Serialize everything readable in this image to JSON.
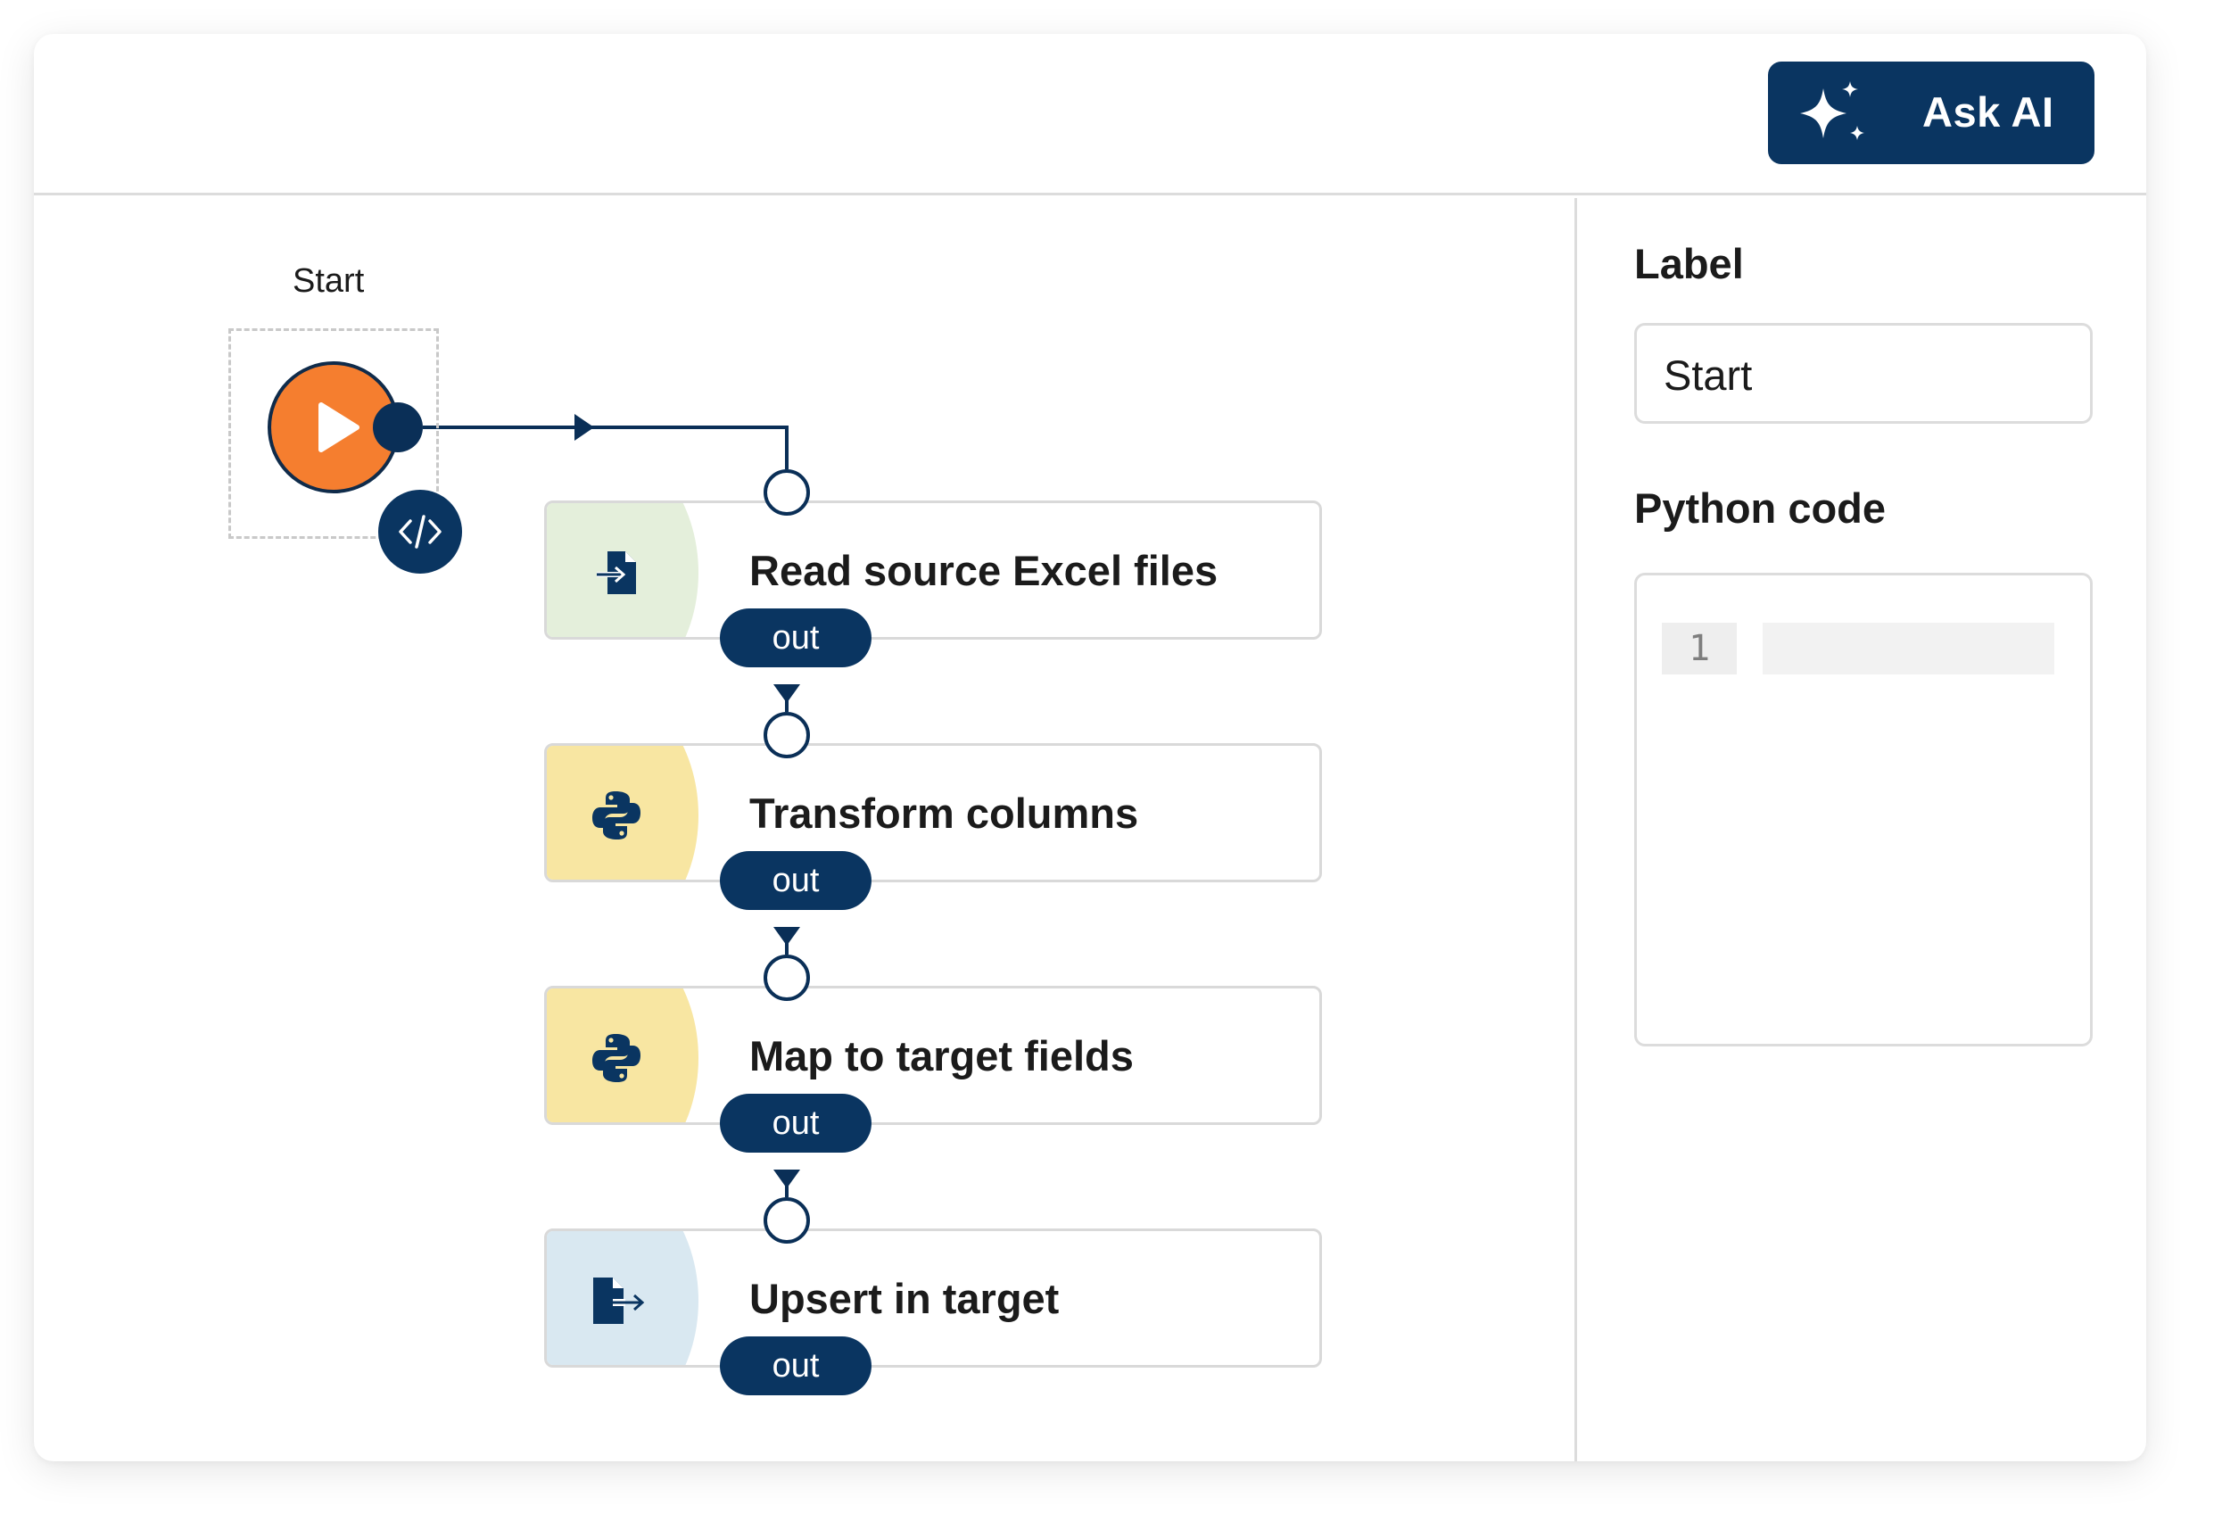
{
  "toolbar": {
    "ask_ai_label": "Ask AI",
    "ask_ai_icon": "sparkles-icon"
  },
  "canvas": {
    "start_label": "Start",
    "start_icon": "play-icon",
    "code_icon": "code-icon",
    "nodes": [
      {
        "title": "Read source Excel files",
        "icon": "file-import-icon",
        "tile_color": "#e4efdb",
        "port_label": "out"
      },
      {
        "title": "Transform columns",
        "icon": "python-icon",
        "tile_color": "#f8e6a2",
        "port_label": "out"
      },
      {
        "title": "Map to target fields",
        "icon": "python-icon",
        "tile_color": "#f8e6a2",
        "port_label": "out"
      },
      {
        "title": "Upsert in target",
        "icon": "file-export-icon",
        "tile_color": "#d9e8f1",
        "port_label": "out"
      }
    ]
  },
  "panel": {
    "label_heading": "Label",
    "label_value": "Start",
    "code_heading": "Python code",
    "code_line_number": "1",
    "code_value": ""
  },
  "colors": {
    "primary": "#0a3561",
    "start_node": "#f57e2f",
    "border": "#dcdcdc"
  }
}
